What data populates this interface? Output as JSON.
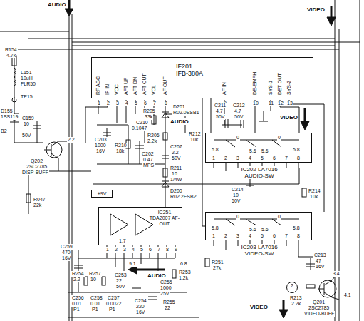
{
  "diagram": {
    "nodes": [
      {
        "text": [
          "IF201",
          "IFB-380A"
        ]
      },
      {
        "text": [
          "IC202 LA7016 AUDIO-SW"
        ]
      },
      {
        "text": [
          "IC203 LA7016 VIDEO-SW"
        ]
      },
      {
        "text": [
          "IC251 TDA2007 AF-OUT"
        ]
      },
      {
        "text": [
          "+9V"
        ]
      },
      {
        "text": [
          "2"
        ]
      }
    ],
    "edges": [
      {
        "from": 0,
        "to": 1,
        "arrow": "none"
      },
      {
        "from": 0,
        "to": 2,
        "arrow": "none"
      }
    ],
    "labels": [
      "AUDIO",
      "VIDEO",
      "R154",
      "4.7k",
      "L151",
      "10uH",
      "FLR50",
      "TP15",
      "D155",
      "1SS119",
      "B2",
      "C159",
      "10",
      "50V",
      "2.2",
      "Q202",
      "2SC2785",
      "DISP-BUFF",
      "R047",
      "22k",
      "RF AGC",
      "IF IN",
      "VCC",
      "AFT UP",
      "AFT DN",
      "AFT OUT",
      "VOL",
      "AF OUT",
      "AF IN",
      "DE-EMPH",
      "SYS-1",
      "DET OUT",
      "SYS-2",
      "1",
      "2",
      "3",
      "4",
      "5",
      "6",
      "7",
      "8",
      "9",
      "10",
      "11",
      "12",
      "13",
      "R205",
      "33k",
      "C203",
      "1000",
      "16V",
      "C210",
      "0.1047",
      "R206",
      "2.2k",
      "R210",
      "18k",
      "C202",
      "0.47",
      "MPS",
      "D201",
      "R02.0ESB1",
      "AUDIO",
      "R212",
      "10k",
      "C207",
      "2.2",
      "50V",
      "R211",
      "10",
      "1/4W",
      "D200",
      "R02.2ESB2",
      "C211",
      "4.7",
      "50V",
      "C212",
      "4.7",
      "50V",
      "VIDEO",
      "5.8",
      "0",
      "5.6",
      "5.6",
      "0",
      "5.8",
      "1",
      "2",
      "3",
      "4",
      "5",
      "6",
      "7",
      "8",
      "C214",
      "10",
      "50V",
      "R214",
      "10k",
      "5.8",
      "0",
      "5.6",
      "5.6",
      "0",
      "5.8",
      "1",
      "2",
      "3",
      "4",
      "5",
      "6",
      "7",
      "8",
      "R251",
      "27k",
      "C213",
      "47",
      "16V",
      "3.4",
      "R213",
      "2.2k",
      "4.1",
      "Q201",
      "2SC2785",
      "VIDEO-BUFF",
      "VIDEO",
      "1",
      "2",
      "3",
      "4",
      "5",
      "6",
      "7",
      "8",
      "9",
      "1.7",
      "9.1",
      "6.8",
      "C259",
      "470",
      "16V",
      "R254",
      "2.2",
      "R257",
      "10",
      "C256",
      "0.01",
      "P1",
      "C258",
      "0.01",
      "P1",
      "C253",
      "22",
      "50V",
      "AUDIO",
      "C255",
      "1000",
      "25V",
      "R253",
      "1.2k",
      "C257",
      "0.0022",
      "P1",
      "C254",
      "220",
      "16V",
      "R255",
      "22"
    ]
  }
}
